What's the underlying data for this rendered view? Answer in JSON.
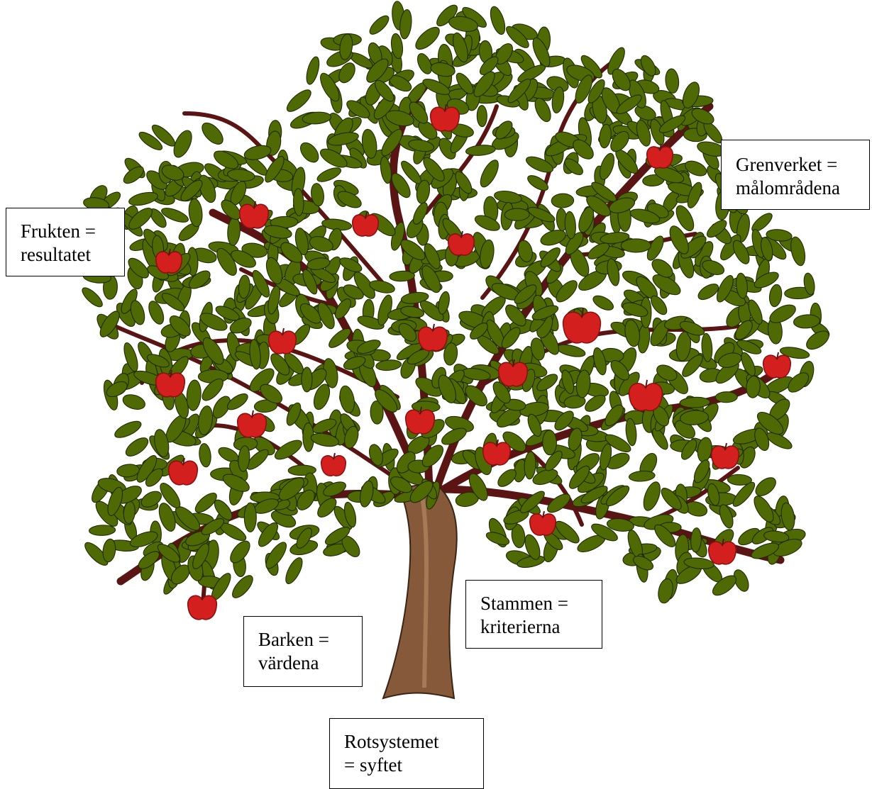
{
  "colors": {
    "leaf": "#4f6a05",
    "leaf_outline": "#1f2a00",
    "branch": "#5b1414",
    "trunk": "#86593a",
    "trunk_light": "#a47a57",
    "apple": "#d41f1f",
    "apple_dark": "#8a0f0f"
  },
  "labels": {
    "fruit": {
      "line1": "Frukten =",
      "line2": "resultatet"
    },
    "branches": {
      "line1": "Grenverket =",
      "line2": "målområdena"
    },
    "trunk": {
      "line1": "Stammen =",
      "line2": "kriterierna"
    },
    "bark": {
      "line1": "Barken =",
      "line2": "värdena"
    },
    "roots": {
      "line1": "Rotsystemet",
      "line2": "= syftet"
    }
  }
}
